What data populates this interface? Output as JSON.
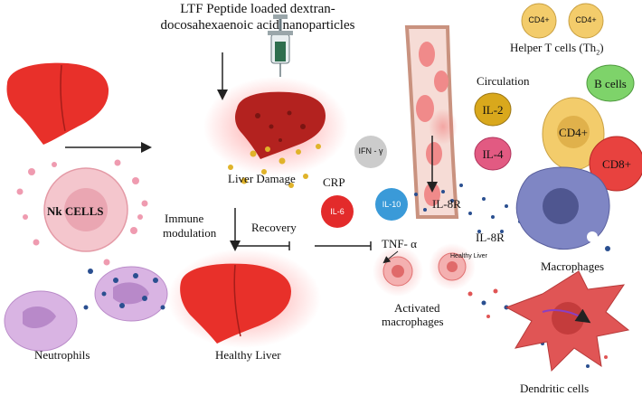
{
  "title_line1": "LTF Peptide loaded dextran-",
  "title_line2": "docosahexaenoic acid nanoparticles",
  "labels": {
    "nk_cells": "Nk CELLS",
    "liver_damage": "Liver Damage",
    "recovery": "Recovery",
    "immune_modulation_1": "Immune",
    "immune_modulation_2": "modulation",
    "neutrophils": "Neutrophils",
    "healthy_liver": "Healthy Liver",
    "crp": "CRP",
    "ifn_gamma": "IFN - γ",
    "il6": "IL-6",
    "il10": "IL-10",
    "il2": "IL-2",
    "il4": "IL-4",
    "circulation": "Circulation",
    "il8r_1": "IL-8R",
    "il8r_2": "IL-8R",
    "tnf_alpha": "TNF- α",
    "small_healthy_liver": "Healthy Liver",
    "activated_macrophages_1": "Activated",
    "activated_macrophages_2": "macrophages",
    "macrophages": "Macrophages",
    "dendritic_cells": "Dendritic cells",
    "helper_t_cells": "Helper T cells (Th",
    "helper_t_sub": "2",
    "helper_t_close": ")",
    "cd4_a": "CD4+",
    "cd4_b": "CD4+",
    "cd4_big": "CD4+",
    "cd8": "CD8+",
    "b_cells": "B cells"
  },
  "colors": {
    "liver": "#e8302a",
    "liver_dark": "#a51d1a",
    "il2": "#d9a81c",
    "il4": "#e25a82",
    "il6": "#e32b2b",
    "il10": "#3a9ad8",
    "ifn": "#c9c9c9",
    "cd4": "#f3cc6b",
    "cd8": "#e8423f",
    "b_cells": "#7ed36a",
    "macrophage": "#7f86c4",
    "dendritic": "#e05555",
    "neutrophil": "#c59ad6",
    "nk": "#f2b5bf",
    "vessel": "#d9a79a"
  }
}
